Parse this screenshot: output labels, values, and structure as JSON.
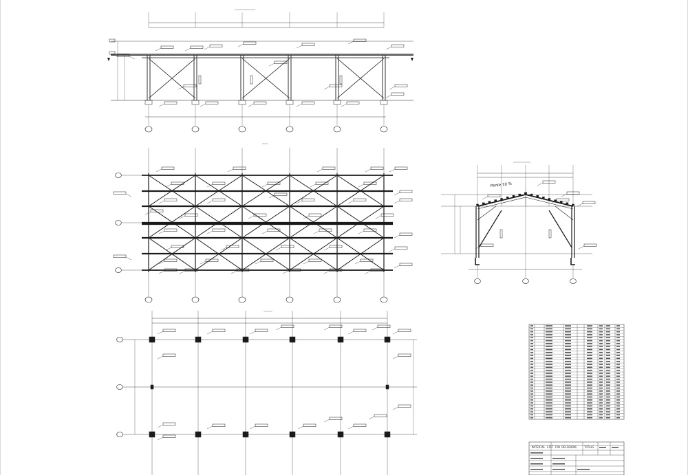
{
  "colors": {
    "ink": "#1a1a1a",
    "paper": "#ffffff",
    "frame": "#d8d8d8"
  },
  "drawing": {
    "slope_label": "Pente 10 %"
  },
  "title_block": {
    "heading": "MATERIAL LIST FOR DESIGNING",
    "col_totals": "TOTALS"
  }
}
